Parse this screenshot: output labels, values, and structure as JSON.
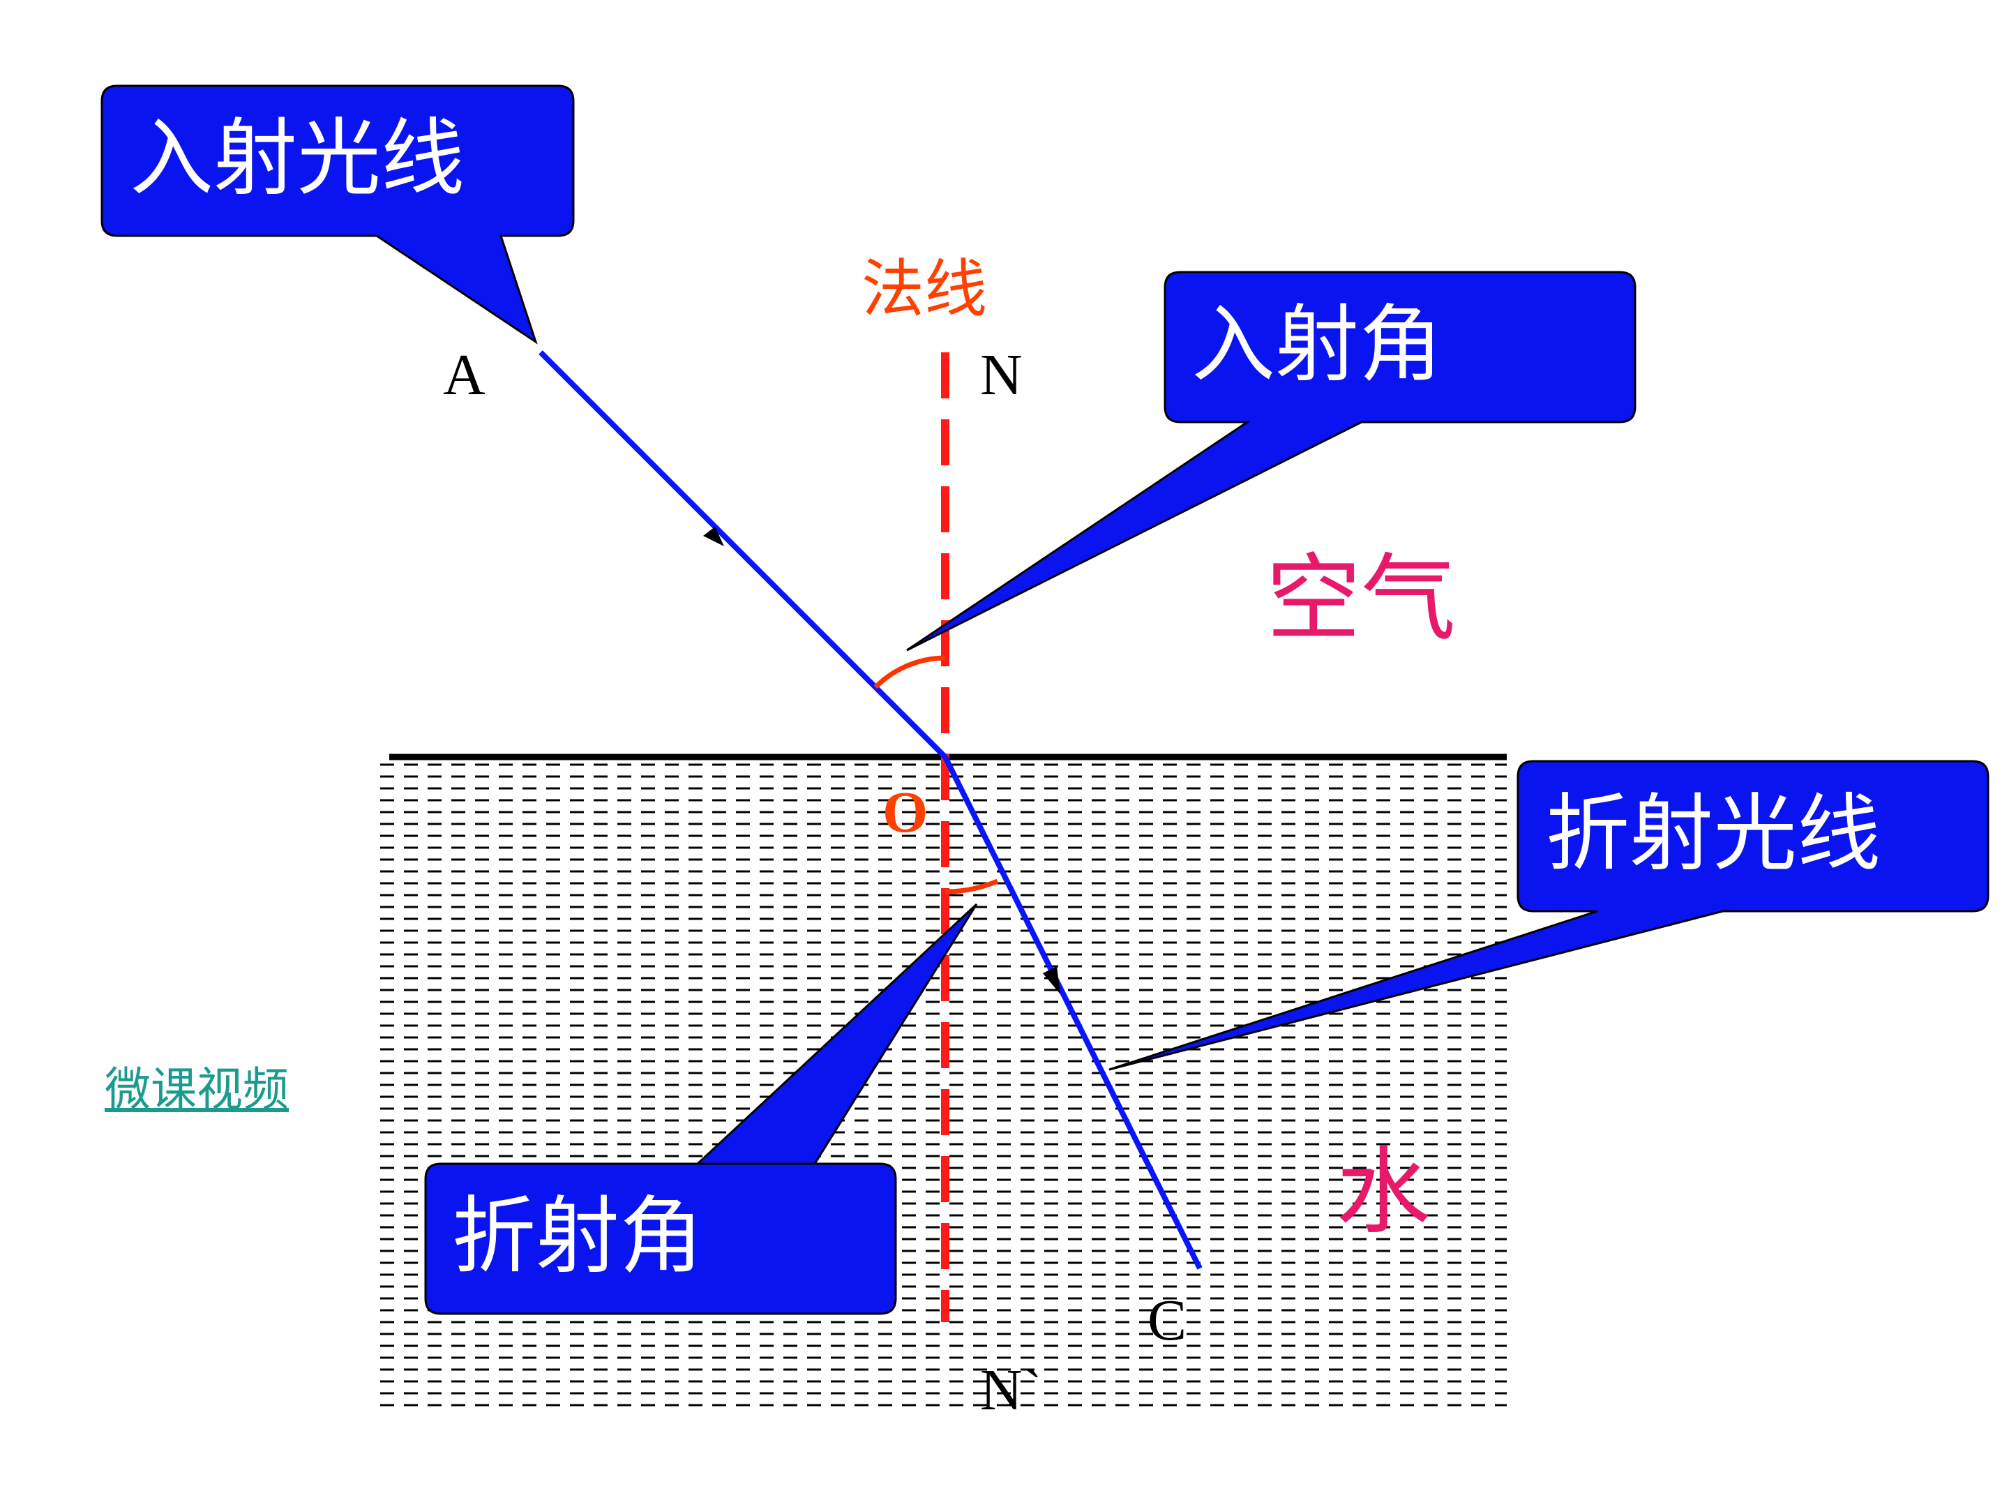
{
  "labels": {
    "A": "A",
    "N": "N",
    "O": "O",
    "C": "C",
    "N_prime": "N`",
    "normal": "法线",
    "air": "空气",
    "water": "水"
  },
  "callouts": {
    "incident_ray": "入射光线",
    "incident_angle": "入射角",
    "refracted_ray": "折射光线",
    "refraction_angle": "折射角"
  },
  "link": {
    "micro_video": "微课视频"
  },
  "colors": {
    "ray": "#0a14ff",
    "normal_line": "#ff1a1a",
    "angle_arc": "#ff3300",
    "callout_fill": "#0a14f0",
    "medium_label": "#e8186a",
    "normal_label": "#ff4000",
    "link": "#1a9b8c"
  }
}
